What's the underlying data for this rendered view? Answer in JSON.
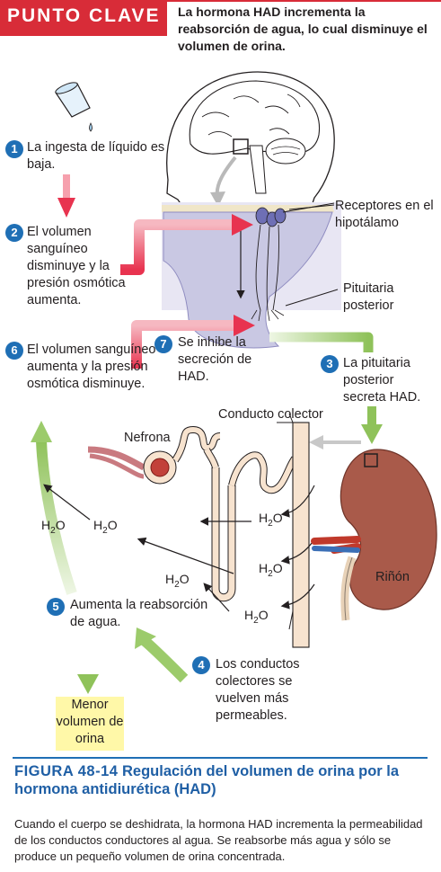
{
  "header": {
    "badge": "PUNTO CLAVE",
    "text": "La hormona HAD incrementa la reabsorción de agua, lo cual disminuye el volumen de orina."
  },
  "steps": [
    {
      "num": "1",
      "text": "La ingesta de líquido es baja."
    },
    {
      "num": "2",
      "text": "El volumen sanguíneo disminuye y la presión osmótica aumenta."
    },
    {
      "num": "3",
      "text": "La pituitaria posterior secreta HAD."
    },
    {
      "num": "4",
      "text": "Los conductos colectores se vuelven más permeables."
    },
    {
      "num": "5",
      "text": "Aumenta la reabsorción de agua."
    },
    {
      "num": "6",
      "text": "El volumen sanguíneo aumenta y la presión osmótica disminuye."
    },
    {
      "num": "7",
      "text": "Se inhibe la secreción de HAD."
    }
  ],
  "labels": {
    "hypothalamus": "Receptores en el hipotálamo",
    "pituitary": "Pituitaria posterior",
    "collecting_duct": "Conducto colector",
    "nephron": "Nefrona",
    "kidney": "Riñón",
    "result": "Menor volumen de orina",
    "water": "H2O"
  },
  "caption": {
    "figure_id": "FIGURA 48-14",
    "title": "Regulación del volumen de orina por la hormona antidiurética (HAD)",
    "description": "Cuando el cuerpo se deshidrata, la hormona HAD incrementa la permeabilidad de los conductos conductores al agua. Se reabsorbe más agua y sólo se produce un pequeño volumen de orina concentrada."
  },
  "colors": {
    "accent_red": "#d82c38",
    "accent_blue": "#1f6fb5",
    "green_arrow": "#9ccb6b",
    "pink_arrow": "#e8334f",
    "tissue": "#c9c8e3",
    "kidney": "#a95a4a",
    "result_bg": "#fff8a8"
  }
}
